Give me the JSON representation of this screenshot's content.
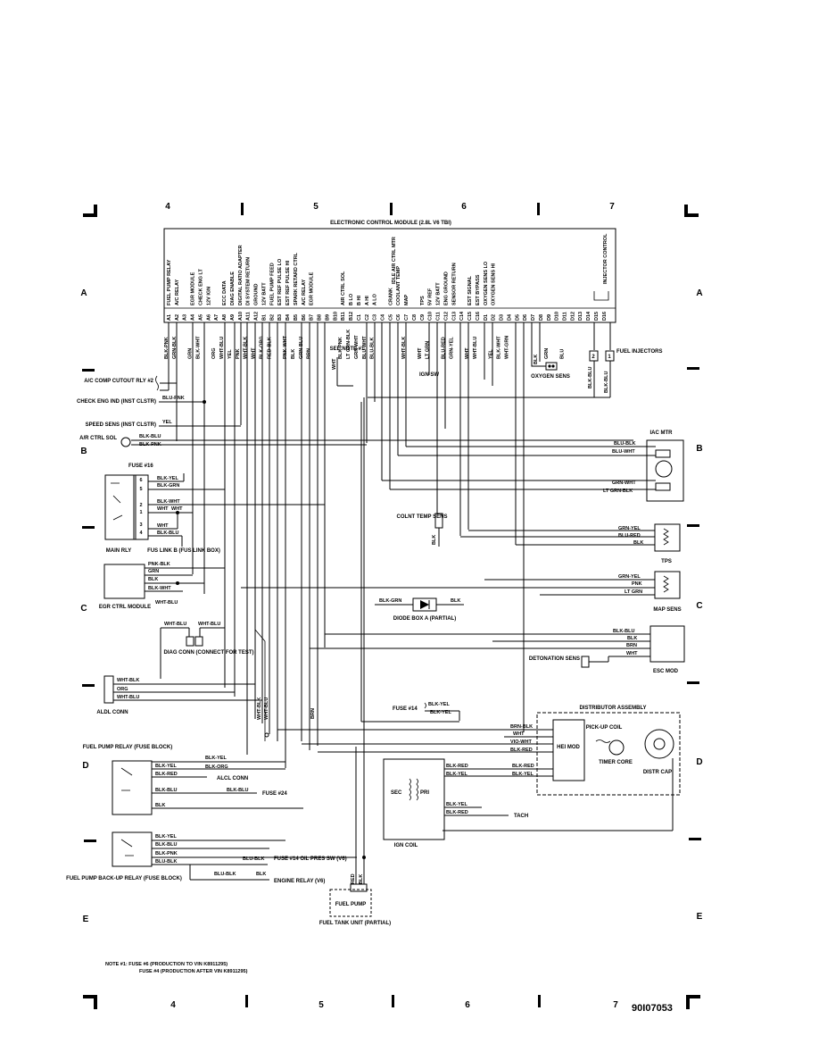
{
  "ecm": {
    "title": "ELECTRONIC CONTROL MODULE (2.8L V6 TBI)",
    "functions": [
      "FUEL PUMP RELAY",
      "A/C RELAY",
      "",
      "EGR MODULE",
      "CHECK ENG LT",
      "12V IGN",
      "",
      "ECC DATA",
      "DIAG ENABLE",
      "DIGITAL RATIO ADAPTER",
      "DI SYSTEM RETURN",
      "GROUND",
      "12V BATT",
      "FUEL PUMP FEED",
      "EST REF PULSE LO",
      "EST REF PULSE HI",
      "SPARK RETARD CTRL",
      "A/C RELAY",
      "EGR MODULE",
      "",
      "",
      "",
      "AIR CTRL SOL",
      "B LO",
      "B HI",
      "A HI",
      "A LO",
      "",
      "CRANK",
      "COOLANT TEMP",
      "MAP",
      "",
      "TPS",
      "5V REF",
      "12V BATT",
      "ENG GROUND",
      "SENSOR RETURN",
      "",
      "EST SIGNAL",
      "EST BYPASS",
      "OXYGEN SENS LO",
      "OXYGEN SENS HI"
    ],
    "group_label": "IDLE AIR CTRL MTR",
    "injector_label": "INJECTOR CONTROL",
    "pins": [
      "A1",
      "A2",
      "A3",
      "A4",
      "A5",
      "A6",
      "A7",
      "A8",
      "A9",
      "A10",
      "A11",
      "A12",
      "B1",
      "B2",
      "B3",
      "B4",
      "B5",
      "B6",
      "B7",
      "B8",
      "B9",
      "B10",
      "B11",
      "B12",
      "C1",
      "C2",
      "C3",
      "C4",
      "C5",
      "C6",
      "C7",
      "C8",
      "C9",
      "C10",
      "C11",
      "C12",
      "C13",
      "C14",
      "C15",
      "C16",
      "D1",
      "D2",
      "D3",
      "D4",
      "D5",
      "D6",
      "D7",
      "D8",
      "D9",
      "D10",
      "D11",
      "D12",
      "D13",
      "D14",
      "D15",
      "D16"
    ],
    "pin_wires": [
      "BLK-PNK",
      "GRN-BLK",
      "",
      "GRN",
      "BLK-WHT",
      "",
      "ORG",
      "WHT-BLU",
      "YEL",
      "PNK",
      "WHT-BLK",
      "WHT",
      "BLK-ORG",
      "RED-BLK",
      "",
      "PNK-WHT",
      "BLK",
      "GRN-BLU",
      "BRN",
      "",
      "",
      "",
      "BLK-PNK",
      "LT GRN-BLK",
      "GRN-WHT",
      "BLU-WHT",
      "BLU-BLK",
      "",
      "",
      "",
      "WHT-BLK",
      "",
      "WHT",
      "LT GRN",
      "",
      "BLU-RED",
      "GRN-YEL",
      "",
      "WHT",
      "WHT-BLU",
      "",
      "YEL",
      "BLK-WHT",
      "WHT-GRN",
      "",
      "",
      "",
      "",
      "GRN",
      "",
      "BLU"
    ]
  },
  "grid": {
    "columns": [
      "4",
      "5",
      "6",
      "7"
    ],
    "rows": [
      "A",
      "B",
      "C",
      "D",
      "E"
    ],
    "figure_id": "90I07053"
  },
  "labels": {
    "see_note": "SEE NOTE #1",
    "wht": "WHT",
    "ign_sw": "IGN SW",
    "blk": "BLK",
    "oxygen_sens": "OXYGEN SENS",
    "fuel_injectors": "FUEL INJECTORS",
    "inj1": "1",
    "inj2": "2",
    "ac_comp": "A/C COMP CUTOUT RLY #2",
    "check_eng": "CHECK ENG IND (INST CLSTR)",
    "blu_pnk": "BLU-PNK",
    "speed_sens": "SPEED SENS (INST CLSTR)",
    "yel": "YEL",
    "air_ctrl_sol": "A/R CTRL SOL",
    "blk_blu": "BLK-BLU",
    "blk_pnk": "BLK-PNK",
    "fuse16": "FUSE #16",
    "blk_yel": "BLK-YEL",
    "blk_grn": "BLK-GRN",
    "blk_wht": "BLK-WHT",
    "main_rly": "MAIN RLY",
    "fus_link": "FUS LINK B (FUS LINK BOX)",
    "pnk_blk": "PNK-BLK",
    "grn": "GRN",
    "egr_ctrl": "EGR CTRL MODULE",
    "wht_blu": "WHT-BLU",
    "diag_conn": "DIAG CONN (CONNECT FOR TEST)",
    "wht_blk": "WHT-BLK",
    "org": "ORG",
    "aldl": "ALDL CONN",
    "iac_mtr": "IAC MTR",
    "blu_blk": "BLU-BLK",
    "blu_wht": "BLU-WHT",
    "grn_wht": "GRN-WHT",
    "lt_grn_blk": "LT GRN-BLK",
    "colnt_temp": "COLNT TEMP SENS",
    "grn_yel": "GRN-YEL",
    "blu_red": "BLU-RED",
    "tps": "TPS",
    "pnk": "PNK",
    "lt_grn": "LT GRN",
    "map_sens": "MAP SENS",
    "diode_box": "DIODE BOX A (PARTIAL)",
    "blk_grn2": "BLK-GRN",
    "brn": "BRN",
    "detonation_sens": "DETONATION SENS",
    "esc_mod": "ESC MOD",
    "fuse14": "FUSE #14",
    "dist_assembly": "DISTRIBUTOR ASSEMBLY",
    "brn_blk": "BRN-BLK",
    "vio_wht": "VIO-WHT",
    "blk_red": "BLK-RED",
    "hei_mod": "HEI MOD",
    "pickup_coil": "PICK-UP COIL",
    "timer_core": "TIMER CORE",
    "distr_cap": "DISTR CAP",
    "fp_relay": "FUEL PUMP RELAY (FUSE BLOCK)",
    "blk_org": "BLK-ORG",
    "alcl_conn": "ALCL CONN",
    "fuse24": "FUSE #24",
    "sec": "SEC",
    "pri": "PRI",
    "tach": "TACH",
    "ign_coil": "IGN COIL",
    "fp_backup": "FUEL PUMP BACK-UP RELAY (FUSE BLOCK)",
    "oil_pres": "FUSE #14 OIL PRES SW (V6)",
    "engine_relay": "ENGINE RELAY (V6)",
    "red": "RED",
    "fuel_pump": "FUEL PUMP",
    "fuel_tank": "FUEL TANK UNIT (PARTIAL)",
    "note1a": "NOTE #1:   FUSE #6 (PRODUCTION TO VIN K8911295)",
    "note1b": "FUSE #4 (PRODUCTION AFTER VIN K8911295)"
  }
}
